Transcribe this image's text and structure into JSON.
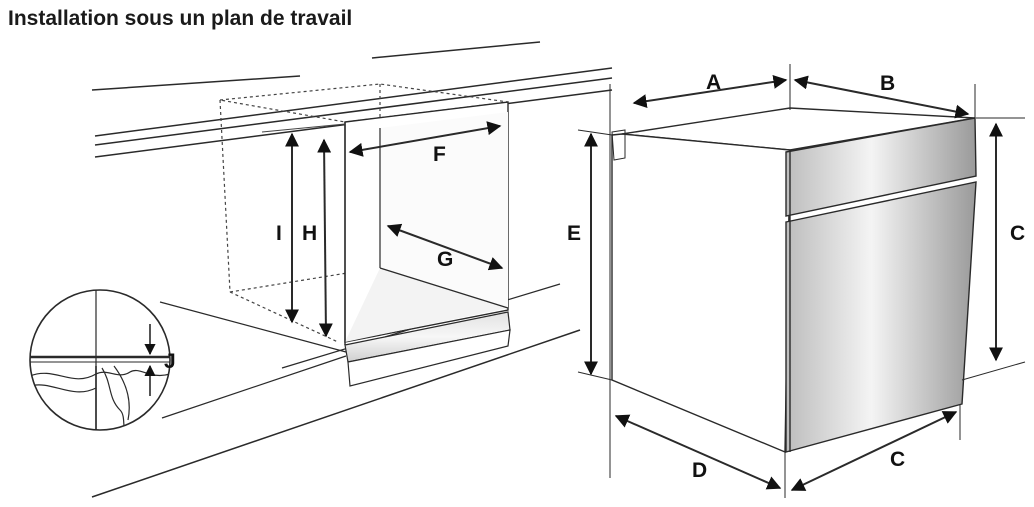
{
  "title": "Installation sous un plan de travail",
  "labels": {
    "A": "A",
    "B": "B",
    "C_height": "C",
    "C_depth": "C",
    "D": "D",
    "E": "E",
    "F": "F",
    "G": "G",
    "H": "H",
    "I": "I",
    "J": "J"
  }
}
